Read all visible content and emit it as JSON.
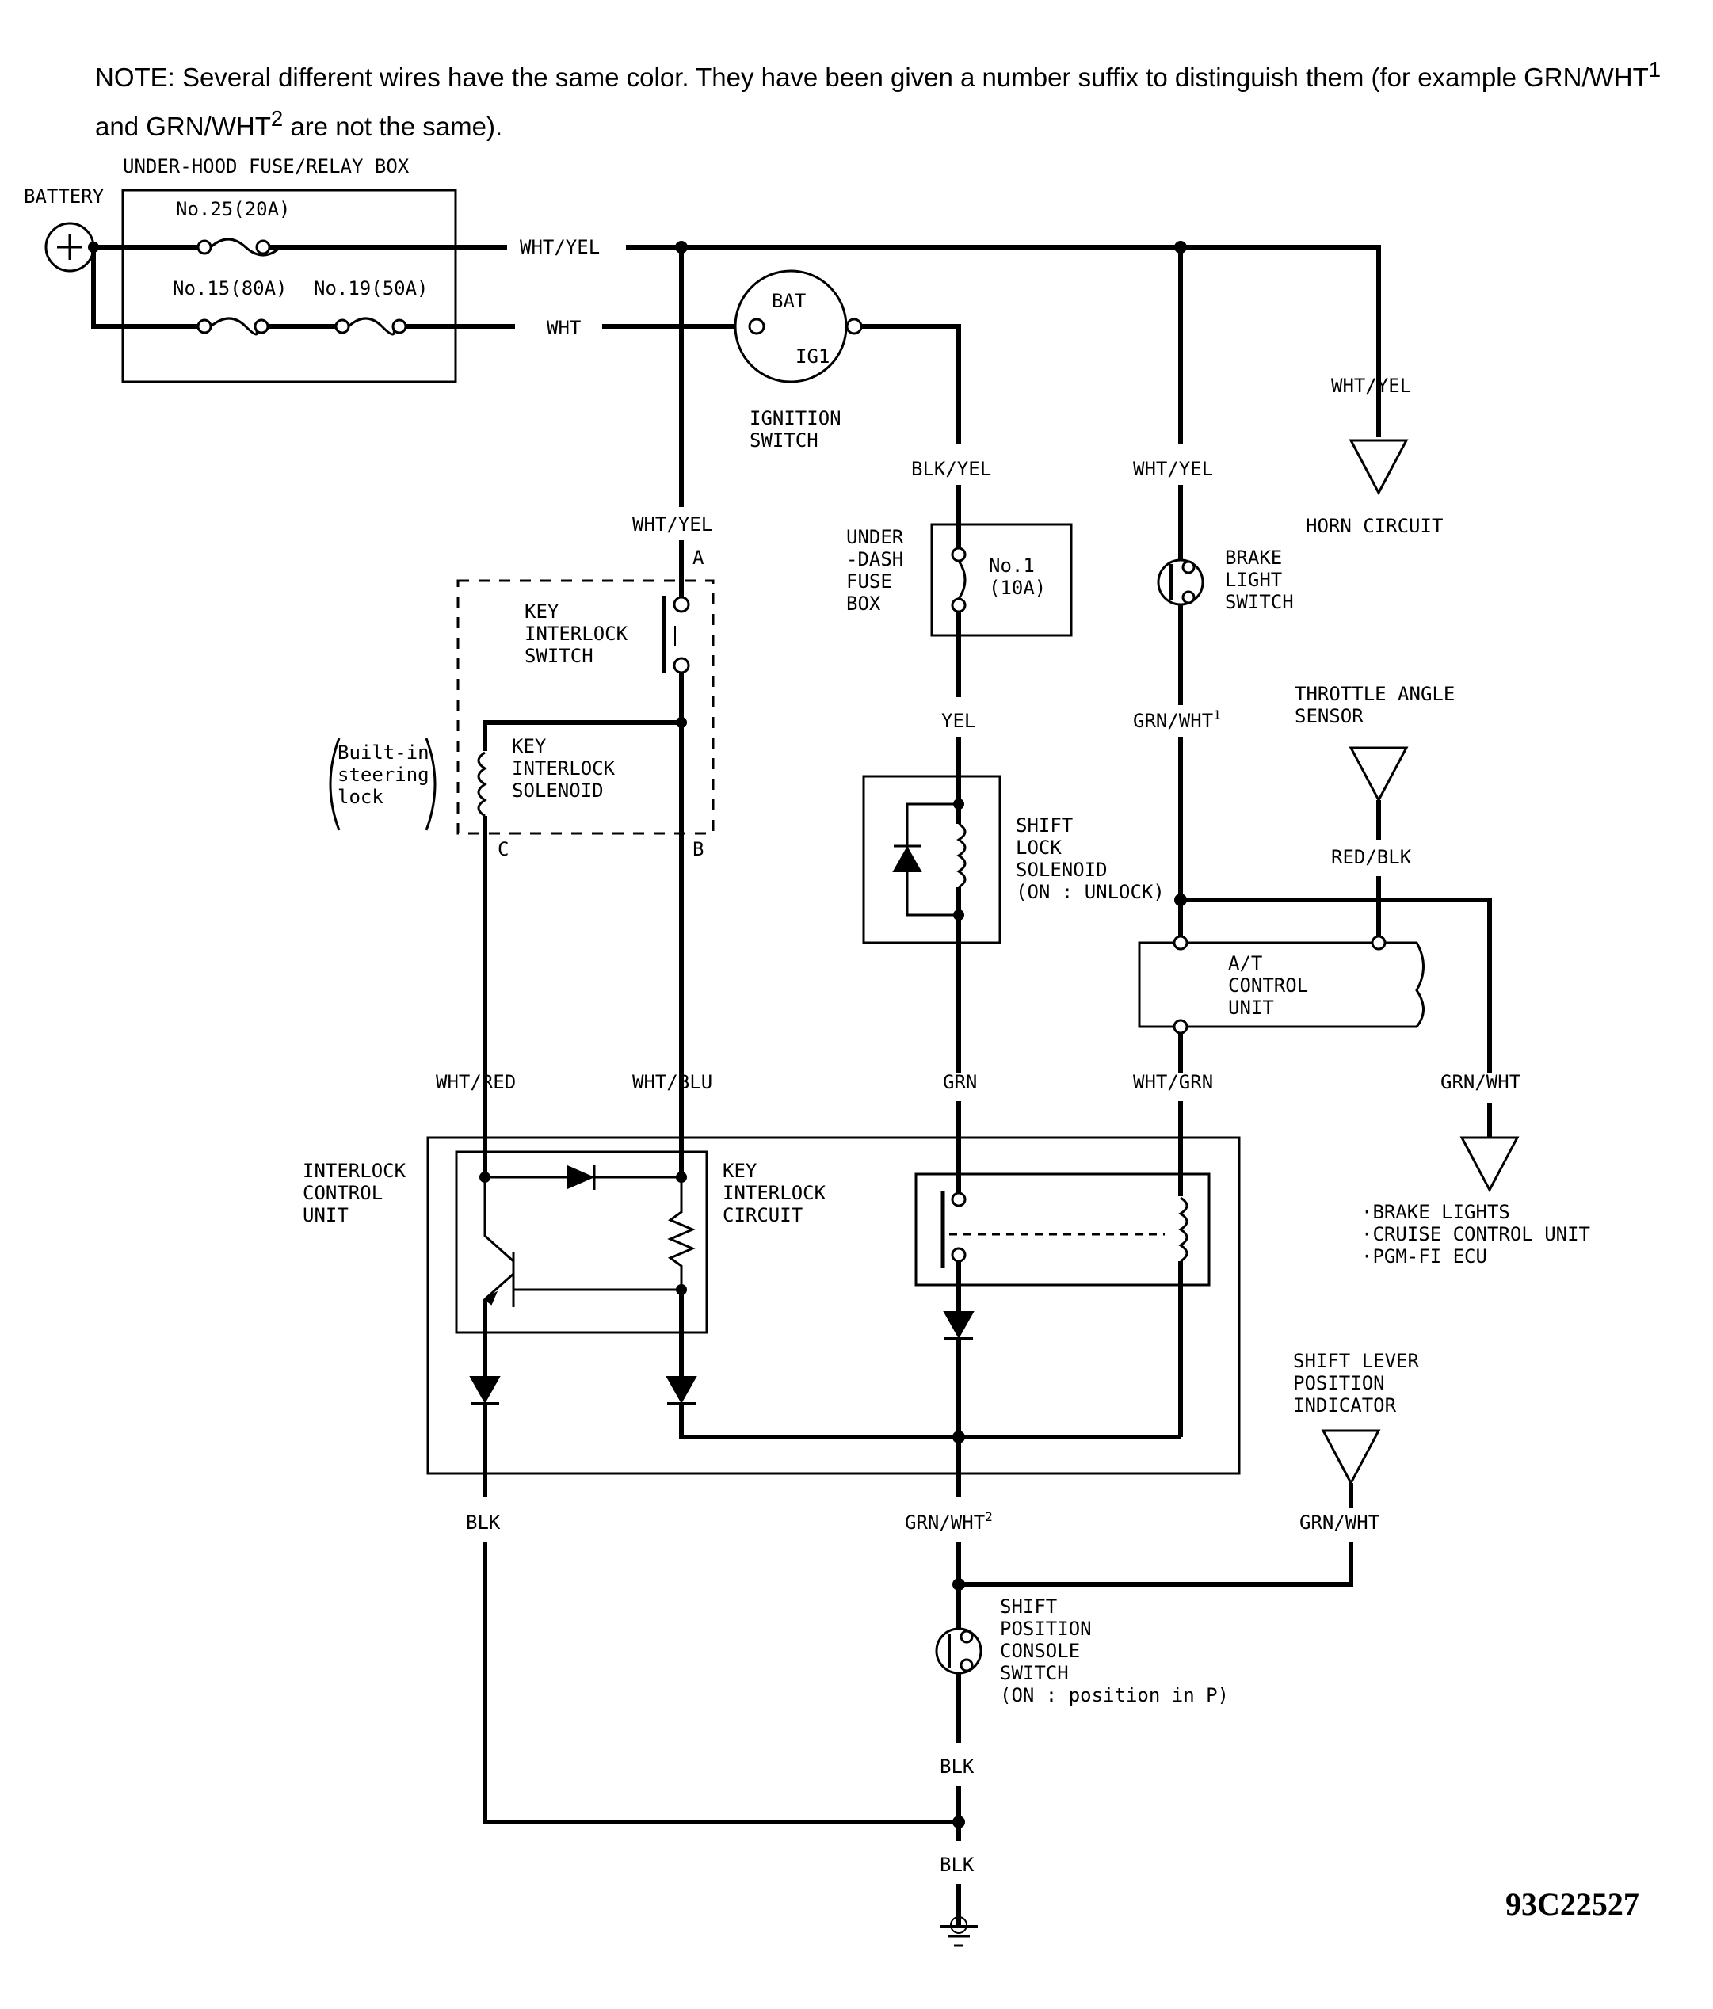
{
  "note": {
    "text_before_1": "NOTE:  Several different wires have the same color. They have been given a number suffix to distinguish them (for example GRN/WHT",
    "sup1": "1",
    "text_between": " and GRN/WHT",
    "sup2": "2",
    "text_after": " are not the same)."
  },
  "document_id": "93C22527",
  "labels": {
    "battery": "BATTERY",
    "underhood_box": "UNDER-HOOD FUSE/RELAY BOX",
    "fuse25": "No.25(20A)",
    "fuse15": "No.15(80A)",
    "fuse19": "No.19(50A)",
    "wire_whtyel_top": "WHT/YEL",
    "wire_wht": "WHT",
    "bat": "BAT",
    "ig1": "IG1",
    "ignition_switch": [
      "IGNITION",
      "SWITCH"
    ],
    "wire_whtyel_horn": "WHT/YEL",
    "horn_circuit": "HORN CIRCUIT",
    "wire_whtyel_a": "WHT/YEL",
    "pin_a": "A",
    "key_interlock_switch": [
      "KEY",
      "INTERLOCK",
      "SWITCH"
    ],
    "built_in_lock": [
      "Built-in",
      "steering",
      "lock"
    ],
    "key_interlock_solenoid": [
      "KEY",
      "INTERLOCK",
      "SOLENOID"
    ],
    "pin_c": "C",
    "pin_b": "B",
    "wire_blkyel": "BLK/YEL",
    "underdash_box": [
      "UNDER",
      "-DASH",
      "FUSE",
      "BOX"
    ],
    "fuse1": [
      "No.1",
      "(10A)"
    ],
    "wire_yel": "YEL",
    "shift_lock_solenoid": [
      "SHIFT",
      "LOCK",
      "SOLENOID",
      "(ON : UNLOCK)"
    ],
    "wire_whtyel_brake": "WHT/YEL",
    "brake_light_switch": [
      "BRAKE",
      "LIGHT",
      "SWITCH"
    ],
    "wire_grnwht1": "GRN/WHT",
    "wire_grnwht1_sup": "1",
    "throttle_sensor": [
      "THROTTLE ANGLE",
      "SENSOR"
    ],
    "wire_redblk": "RED/BLK",
    "at_control_unit": [
      "A/T",
      "CONTROL",
      "UNIT"
    ],
    "wire_whtred": "WHT/RED",
    "wire_whtblu": "WHT/BLU",
    "wire_grn": "GRN",
    "wire_whtgrn": "WHT/GRN",
    "wire_grnwht_right": "GRN/WHT",
    "brake_destinations": [
      "·BRAKE LIGHTS",
      "·CRUISE CONTROL UNIT",
      "·PGM-FI ECU"
    ],
    "interlock_control_unit": [
      "INTERLOCK",
      "CONTROL",
      "UNIT"
    ],
    "key_interlock_circuit": [
      "KEY",
      "INTERLOCK",
      "CIRCUIT"
    ],
    "shift_lever_indicator": [
      "SHIFT LEVER",
      "POSITION",
      "INDICATOR"
    ],
    "wire_blk_left": "BLK",
    "wire_grnwht2": "GRN/WHT",
    "wire_grnwht2_sup": "2",
    "wire_grnwht_indicator": "GRN/WHT",
    "shift_console_switch": [
      "SHIFT",
      "POSITION",
      "CONSOLE",
      "SWITCH",
      "(ON : position  in  P)"
    ],
    "wire_blk_mid": "BLK",
    "wire_blk_ground": "BLK"
  }
}
